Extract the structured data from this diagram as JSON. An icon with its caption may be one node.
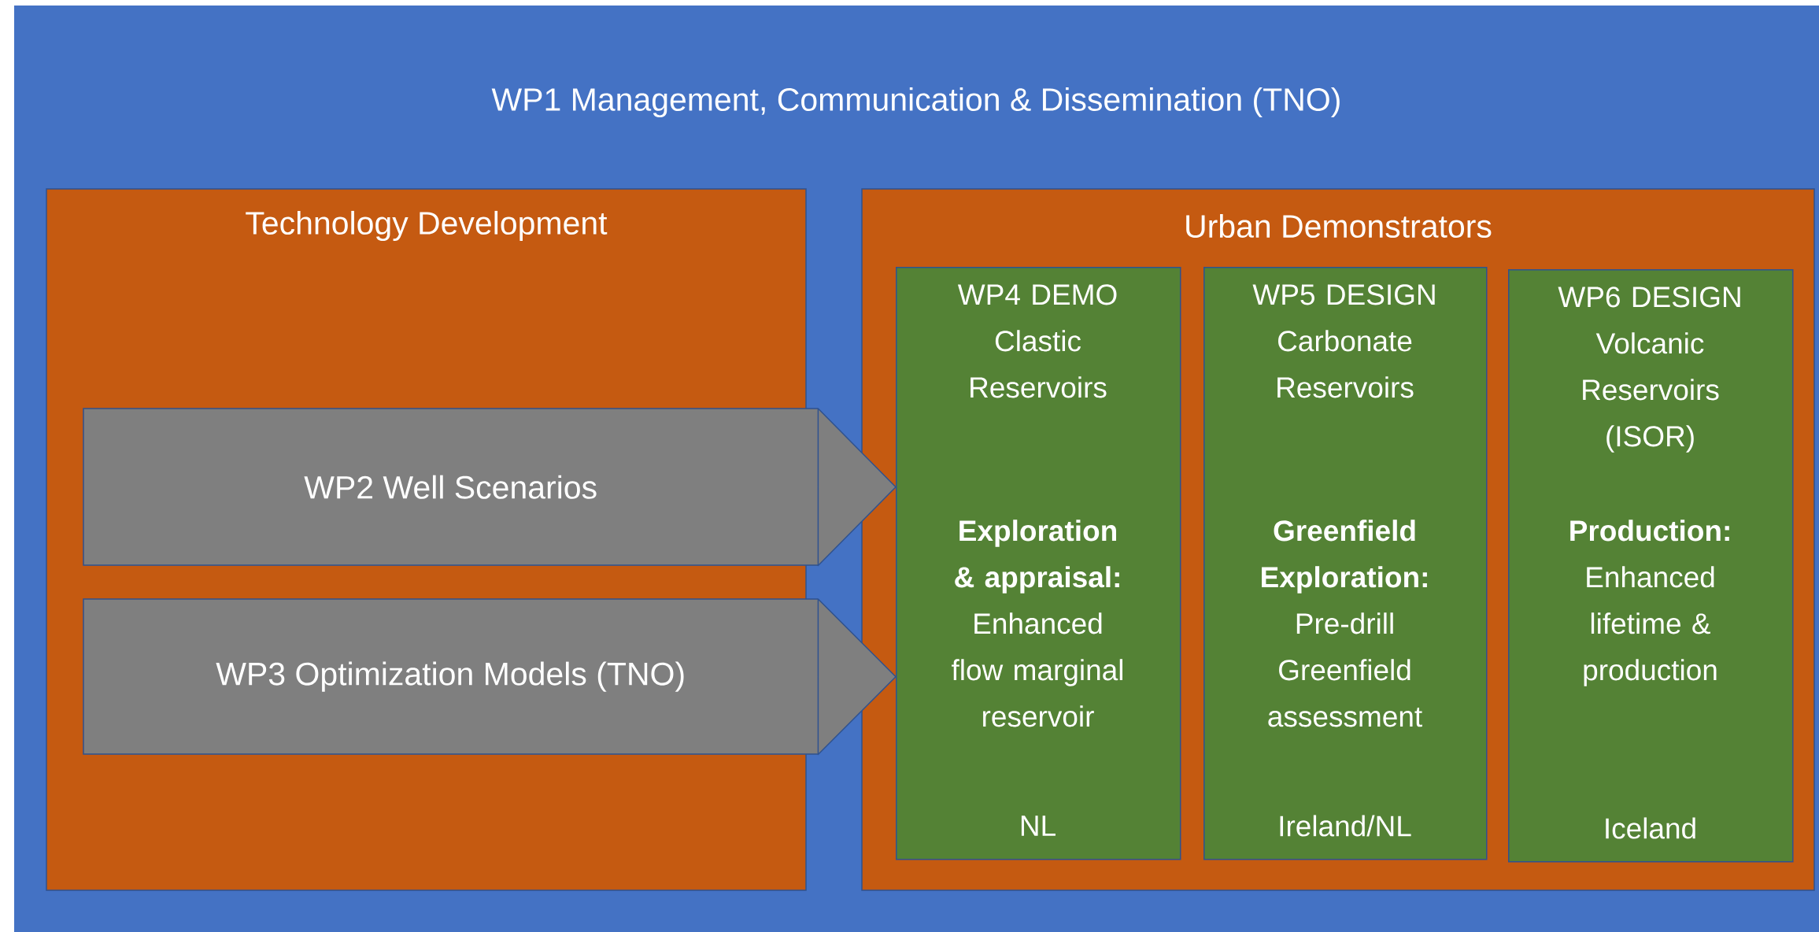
{
  "diagram": {
    "nodes": [
      {
        "text": [
          "WP1 Management, Communication & Dissemination (TNO)"
        ]
      },
      {
        "text": [
          "Technology Development"
        ],
        "in": 0
      },
      {
        "text": [
          "Urban Demonstrators"
        ],
        "in": 0
      },
      {
        "text": [
          "WP4 DEMO Clastic Reservoirs",
          "Exploration & appraisal:",
          "Enhanced flow marginal reservoir",
          "NL"
        ],
        "in": 2
      },
      {
        "text": [
          "WP5 DESIGN Carbonate Reservoirs",
          "Greenfield Exploration:",
          "Pre-drill Greenfield assessment",
          "Ireland/NL"
        ],
        "in": 2
      },
      {
        "text": [
          "WP6 DESIGN Volcanic Reservoirs (ISOR)",
          "Production:",
          "Enhanced lifetime & production",
          "Iceland"
        ],
        "in": 2
      },
      {
        "text": [
          "WP2 Well Scenarios"
        ],
        "in": 1
      },
      {
        "text": [
          "WP3 Optimization Models (TNO)"
        ],
        "in": 1
      }
    ],
    "edges": [
      {
        "from": 6,
        "to": 3,
        "arrow": "to"
      },
      {
        "from": 7,
        "to": 3,
        "arrow": "to"
      }
    ]
  }
}
